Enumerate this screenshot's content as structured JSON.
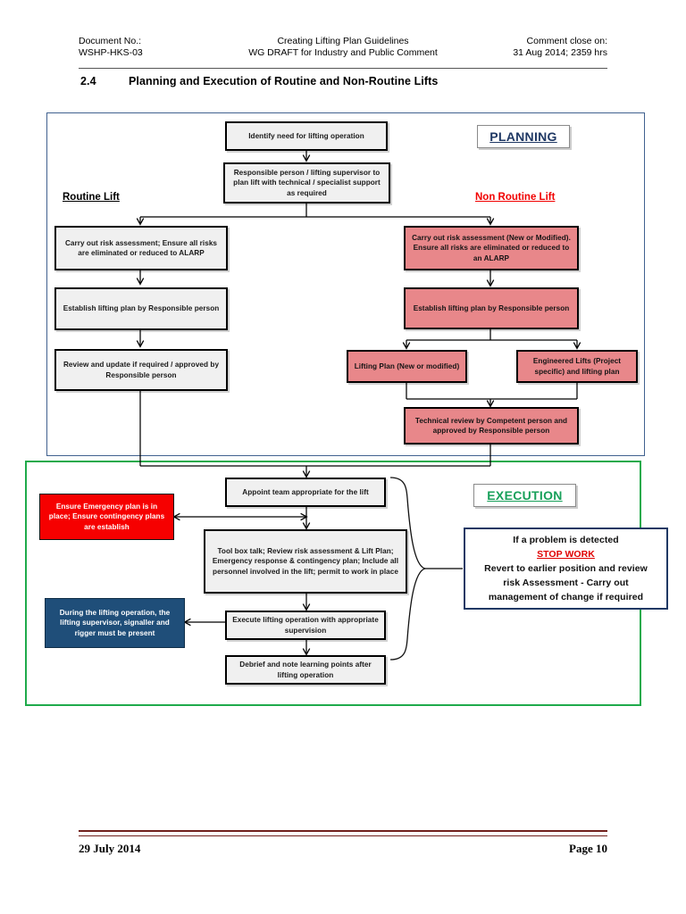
{
  "header": {
    "left_line1": "Document No.:",
    "left_line2": "WSHP-HKS-03",
    "mid_line1": "Creating Lifting Plan Guidelines",
    "mid_line2": "WG DRAFT for Industry and Public Comment",
    "right_line1": "Comment close on:",
    "right_line2": "31 Aug 2014; 2359 hrs"
  },
  "section": {
    "number": "2.4",
    "title": "Planning and Execution of Routine and Non-Routine Lifts"
  },
  "diagram": {
    "planning_banner": "PLANNING",
    "execution_banner": "EXECUTION",
    "routine_heading": "Routine Lift",
    "nonroutine_heading": "Non Routine Lift",
    "boxes": {
      "identify_need": "Identify need for lifting operation",
      "responsible_person": "Responsible person / lifting supervisor to plan lift with technical / specialist support as required",
      "routine_risk": "Carry out risk assessment; Ensure all risks are eliminated or reduced to ALARP",
      "routine_plan": "Establish lifting plan by Responsible person",
      "routine_review": "Review and update if required / approved by Responsible person",
      "nonroutine_risk": "Carry out risk assessment (New or Modified). Ensure all risks are eliminated or reduced to an ALARP",
      "nonroutine_plan": "Establish lifting plan by Responsible person",
      "lifting_plan_new": "Lifting Plan (New or modified)",
      "engineered_lifts": "Engineered Lifts (Project specific) and lifting plan",
      "technical_review": "Technical review by Competent person and approved by Responsible person",
      "appoint_team": "Appoint team appropriate for the lift",
      "emergency_plan": "Ensure Emergency plan is in place; Ensure contingency plans are establish",
      "tool_box_talk": "Tool box talk; Review risk assessment & Lift Plan; Emergency response & contingency plan; Include all personnel involved in the lift; permit to work in place",
      "during_lifting": "During the lifting operation, the lifting supervisor, signaller and rigger must be present",
      "execute_lift": "Execute lifting operation with appropriate supervision",
      "debrief": "Debrief and note learning points after lifting operation",
      "problem_line1": "If a problem is detected",
      "problem_stopwork": "STOP WORK",
      "problem_line3": "Revert to earlier position and review",
      "problem_line4": "risk Assessment - Carry out",
      "problem_line5": "management of change if required"
    }
  },
  "footer": {
    "date": "29 July 2014",
    "page": "Page 10"
  }
}
